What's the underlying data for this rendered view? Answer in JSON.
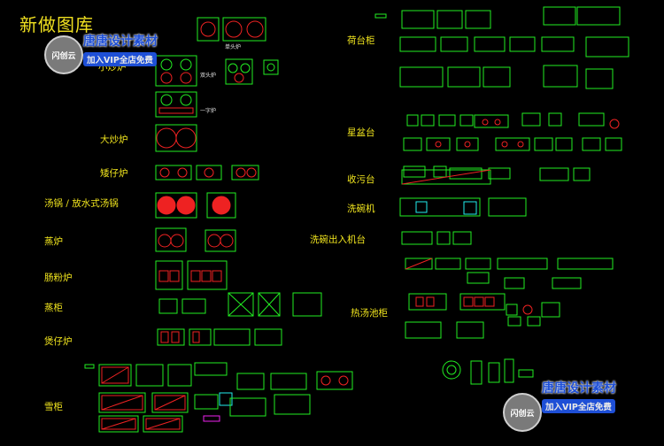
{
  "title": "新做图库",
  "labels": {
    "xiaochao": "小炒炉",
    "dachao": "大炒炉",
    "aizai": "矮仔炉",
    "tangguo": "汤锅 / 放水式汤锅",
    "zhenglu": "蒸炉",
    "changfen": "肠粉炉",
    "zhengui": "蒸柜",
    "baozai": "煲仔炉",
    "xuegui": "雪柜",
    "hetaigui": "荷台柜",
    "xingpen": "星盆台",
    "shouwu": "收污台",
    "xiwanji": "洗碗机",
    "xiwan_churu": "洗碗出入机台",
    "reshangchi": "热汤池柜"
  },
  "small_notes": {
    "dan_tou": "单头炉",
    "shuang_tou": "双头炉",
    "yi_zi": "一字炉"
  },
  "watermarks": [
    {
      "logo": "闪创云",
      "text": "唐唐设计素材",
      "sub": "加入VIP全店免费"
    },
    {
      "logo": "闪创云",
      "text": "唐唐设计素材",
      "sub": "加入VIP全店免费"
    }
  ],
  "colors": {
    "background": "#000000",
    "label": "#f2e61e",
    "stroke": "#22ee22",
    "accent": "#ee2222",
    "magenta": "#ee22ee",
    "cyan": "#22eeee"
  }
}
